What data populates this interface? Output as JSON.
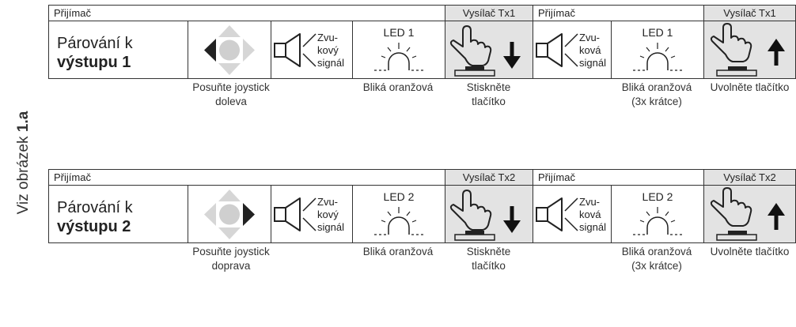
{
  "side_label": {
    "prefix": "Viz obrázek ",
    "bold": "1.a"
  },
  "blocks": [
    {
      "headers": {
        "receiver1": "Přijímač",
        "tx_a": "Vysílač Tx1",
        "receiver2": "Přijímač",
        "tx_b": "Vysílač Tx1"
      },
      "title": {
        "line1": "Párování k",
        "line2": "výstupu 1"
      },
      "joystick_direction": "left",
      "speaker1": {
        "l1": "Zvu-",
        "l2": "kový",
        "l3": "signál"
      },
      "led1": "LED 1",
      "speaker2": {
        "l1": "Zvu-",
        "l2": "ková",
        "l3": "signál"
      },
      "led2": "LED 1",
      "captions": {
        "joystick": {
          "l1": "Posuňte joystick",
          "l2": "doleva"
        },
        "led1": {
          "l1": "Bliká oranžová",
          "l2": ""
        },
        "press": {
          "l1": "Stiskněte",
          "l2": "tlačítko"
        },
        "led2": {
          "l1": "Bliká oranžová",
          "l2": "(3x krátce)"
        },
        "release": {
          "l1": "Uvolněte tlačítko",
          "l2": ""
        }
      }
    },
    {
      "headers": {
        "receiver1": "Přijímač",
        "tx_a": "Vysílač Tx2",
        "receiver2": "Přijímač",
        "tx_b": "Vysílač Tx2"
      },
      "title": {
        "line1": "Párování k",
        "line2": "výstupu 2"
      },
      "joystick_direction": "right",
      "speaker1": {
        "l1": "Zvu-",
        "l2": "kový",
        "l3": "signál"
      },
      "led1": "LED 2",
      "speaker2": {
        "l1": "Zvu-",
        "l2": "ková",
        "l3": "signál"
      },
      "led2": "LED 2",
      "captions": {
        "joystick": {
          "l1": "Posuňte joystick",
          "l2": "doprava"
        },
        "led1": {
          "l1": "Bliká oranžová",
          "l2": ""
        },
        "press": {
          "l1": "Stiskněte",
          "l2": "tlačítko"
        },
        "led2": {
          "l1": "Bliká oranžová",
          "l2": "(3x krátce)"
        },
        "release": {
          "l1": "Uvolněte tlačítko",
          "l2": ""
        }
      }
    }
  ]
}
